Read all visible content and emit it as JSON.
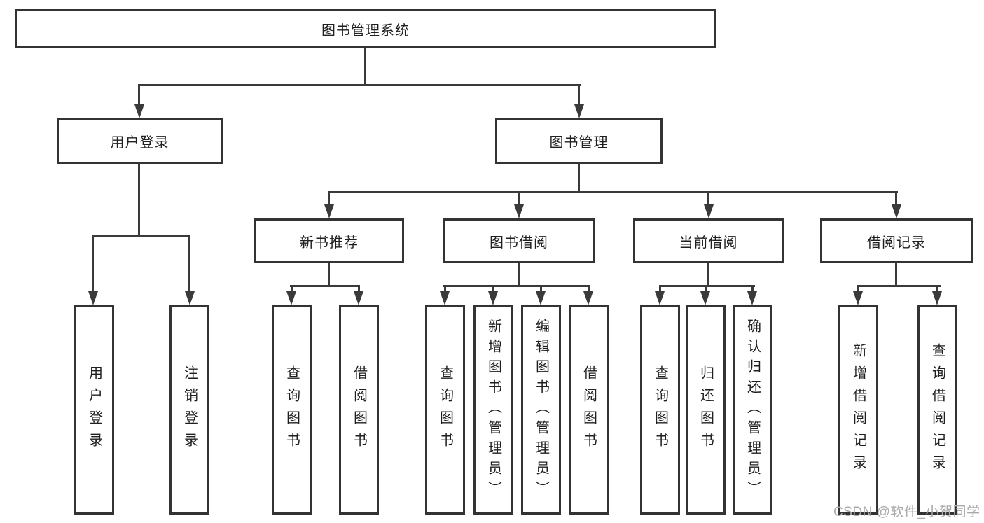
{
  "diagram": {
    "root": {
      "label": "图书管理系统"
    },
    "level2": [
      {
        "label": "用户登录"
      },
      {
        "label": "图书管理"
      }
    ],
    "level3": [
      {
        "label": "新书推荐"
      },
      {
        "label": "图书借阅"
      },
      {
        "label": "当前借阅"
      },
      {
        "label": "借阅记录"
      }
    ],
    "leaves": [
      {
        "label": "用户登录"
      },
      {
        "label": "注销登录"
      },
      {
        "label": "查询图书"
      },
      {
        "label": "借阅图书"
      },
      {
        "label": "查询图书"
      },
      {
        "label": "新增图书（管理员）"
      },
      {
        "label": "编辑图书（管理员）"
      },
      {
        "label": "借阅图书"
      },
      {
        "label": "查询图书"
      },
      {
        "label": "归还图书"
      },
      {
        "label": "确认归还（管理员）"
      },
      {
        "label": "新增借阅记录"
      },
      {
        "label": "查询借阅记录"
      }
    ]
  },
  "watermark": "CSDN @软件_小贺同学",
  "colors": {
    "line": "#3a3a3a",
    "box_border": "#333333",
    "text": "#1f1f1f",
    "watermark": "#a9a9ab",
    "background": "#ffffff"
  }
}
